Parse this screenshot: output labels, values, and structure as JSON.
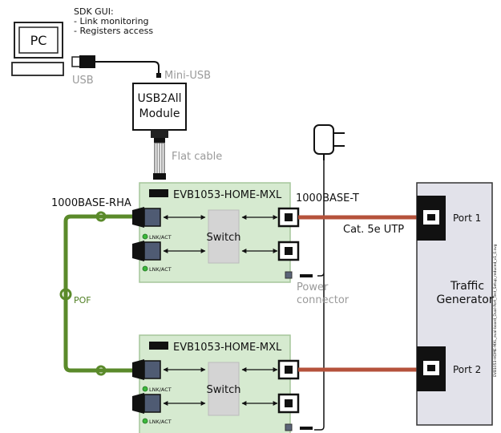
{
  "colors": {
    "board_fill": "#d6ead0",
    "board_stroke": "#a6c69b",
    "switch_fill": "#d4d4d4",
    "pof_green": "#5a8a2a",
    "utp_copper": "#b5523b",
    "traffic_gen_fill": "#e2e2ea",
    "gray_label": "#9a9a9a",
    "led_green": "#3cb83c"
  },
  "icons": [
    "pc-icon",
    "keyboard-icon",
    "usb-plug-icon",
    "power-adapter-icon",
    "flat-cable-icon",
    "pof-connector-icon",
    "rj45-port-icon",
    "led-icon"
  ],
  "pc": {
    "label": "PC"
  },
  "sdk_gui": {
    "title": "SDK GUI:",
    "line1": "- Link monitoring",
    "line2": "- Registers access"
  },
  "usb": {
    "label": "USB"
  },
  "mini_usb": {
    "label": "Mini-USB"
  },
  "usb2all": {
    "line1": "USB2All",
    "line2": "Module"
  },
  "flat_cable": {
    "label": "Flat cable"
  },
  "board_top": {
    "name": "EVB1053-HOME-MXL",
    "switch_label": "Switch",
    "led1_label": "LNK/ACT",
    "led2_label": "LNK/ACT"
  },
  "board_bottom": {
    "name": "EVB1053-HOME-MXL",
    "switch_label": "Switch",
    "led1_label": "LNK/ACT",
    "led2_label": "LNK/ACT"
  },
  "rha_label": "1000BASE-RHA",
  "baset_label": "1000BASE-T",
  "pof_label": "POF",
  "cat5e_label": "Cat. 5e UTP",
  "power": {
    "line1": "Power",
    "line2": "connector"
  },
  "traffic_gen": {
    "line1": "Traffic",
    "line2": "Generator",
    "port1": "Port 1",
    "port2": "Port 2",
    "file_name": "EVB1053-HOME-MXL_eval-board_Dual-Port_Test_Setup_reduced_v1_0.svg"
  }
}
